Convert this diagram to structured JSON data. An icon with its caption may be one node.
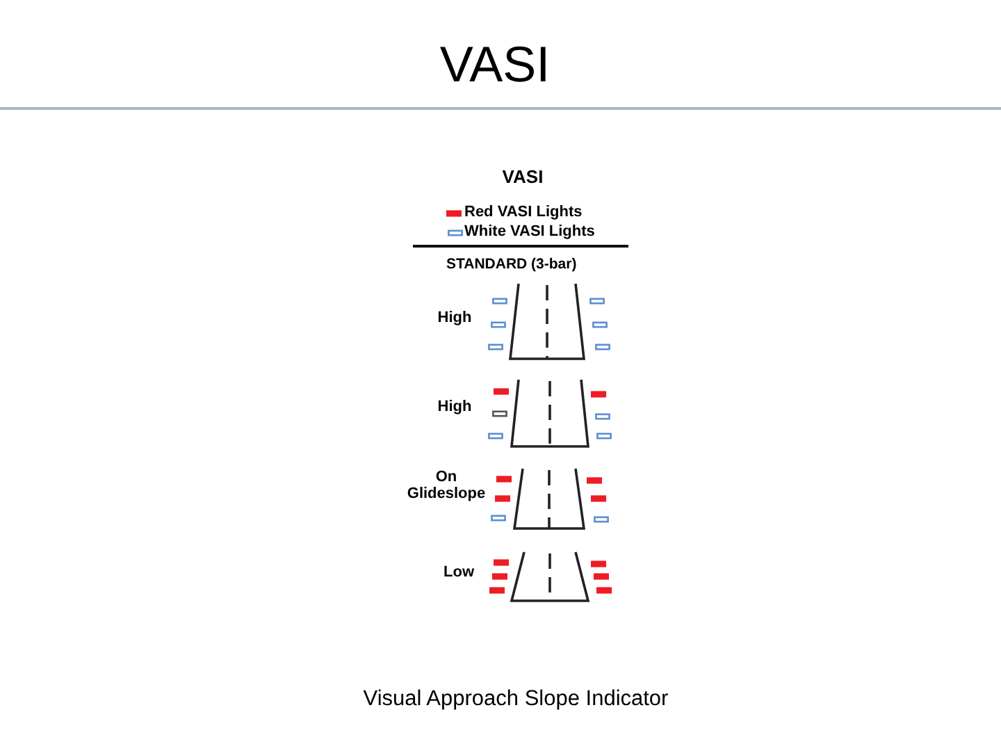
{
  "diagram": {
    "title": "VASI",
    "caption": "Visual Approach Slope Indicator",
    "labels": [
      "VASI",
      "STANDARD (3-bar)",
      "High",
      "High",
      "On Glideslope",
      "Low"
    ],
    "legend": [
      {
        "text": "Red VASI Lights",
        "color": "#ee1c24"
      },
      {
        "text": "White VASI Lights"
      }
    ]
  }
}
